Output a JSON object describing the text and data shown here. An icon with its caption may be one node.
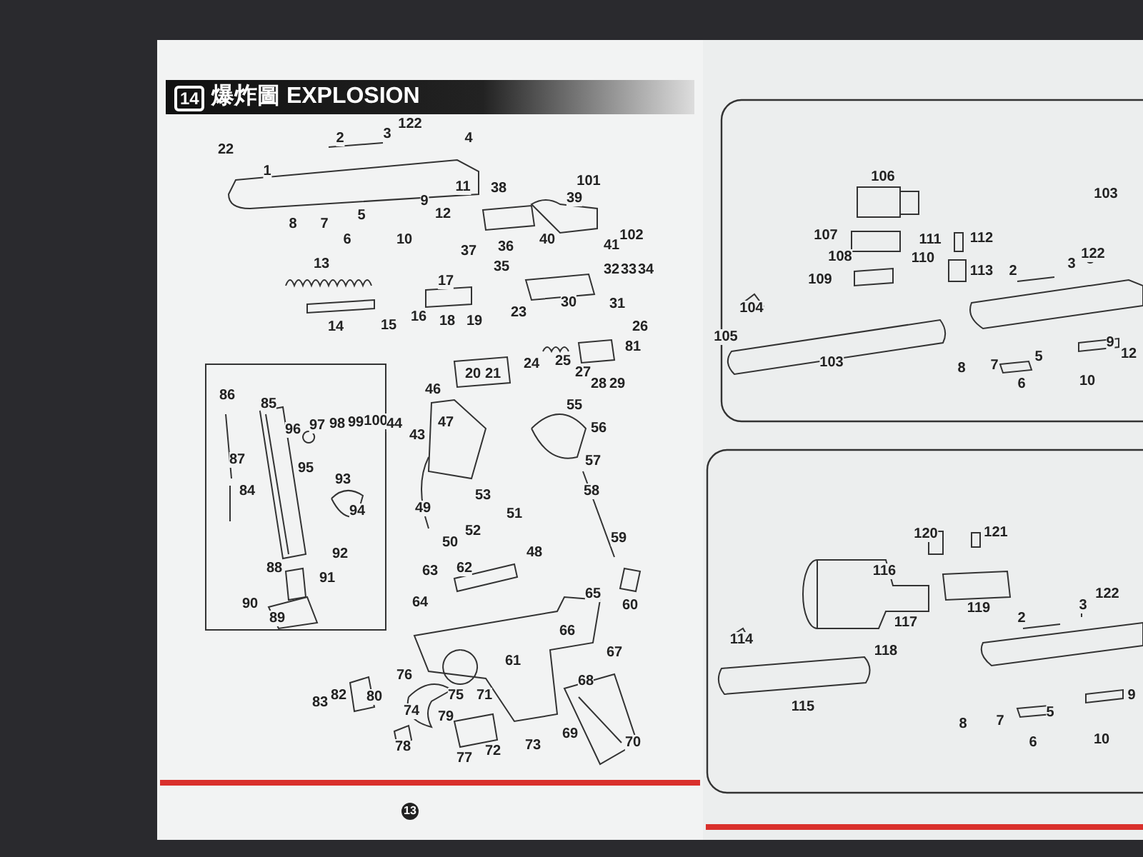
{
  "diagram": {
    "title": "爆炸圖 EXPLOSION",
    "labels": [
      "14",
      "22",
      "1",
      "2",
      "3",
      "122",
      "4",
      "11",
      "12",
      "8",
      "7",
      "5",
      "9",
      "6",
      "10",
      "38",
      "101",
      "39",
      "102",
      "37",
      "36",
      "40",
      "41",
      "35",
      "32",
      "33",
      "34",
      "30",
      "31",
      "13",
      "17",
      "14",
      "15",
      "16",
      "18",
      "19",
      "23",
      "26",
      "81",
      "24",
      "25",
      "27",
      "28",
      "29",
      "20",
      "21",
      "86",
      "85",
      "96",
      "97",
      "98",
      "99",
      "100",
      "87",
      "95",
      "93",
      "84",
      "94",
      "92",
      "88",
      "91",
      "90",
      "89",
      "46",
      "55",
      "56",
      "44",
      "43",
      "47",
      "57",
      "58",
      "53",
      "51",
      "52",
      "49",
      "50",
      "59",
      "60",
      "48",
      "63",
      "62",
      "64",
      "65",
      "66",
      "67",
      "61",
      "68",
      "76",
      "82",
      "80",
      "83",
      "75",
      "71",
      "74",
      "79",
      "78",
      "77",
      "72",
      "73",
      "69",
      "70",
      "106",
      "103",
      "107",
      "111",
      "112",
      "108",
      "110",
      "113",
      "109",
      "2",
      "3",
      "122",
      "104",
      "105",
      "103",
      "8",
      "7",
      "5",
      "9",
      "12",
      "6",
      "10",
      "120",
      "121",
      "116",
      "119",
      "117",
      "118",
      "114",
      "115",
      "2",
      "3",
      "122",
      "9",
      "8",
      "7",
      "5",
      "6",
      "10",
      "13"
    ]
  }
}
